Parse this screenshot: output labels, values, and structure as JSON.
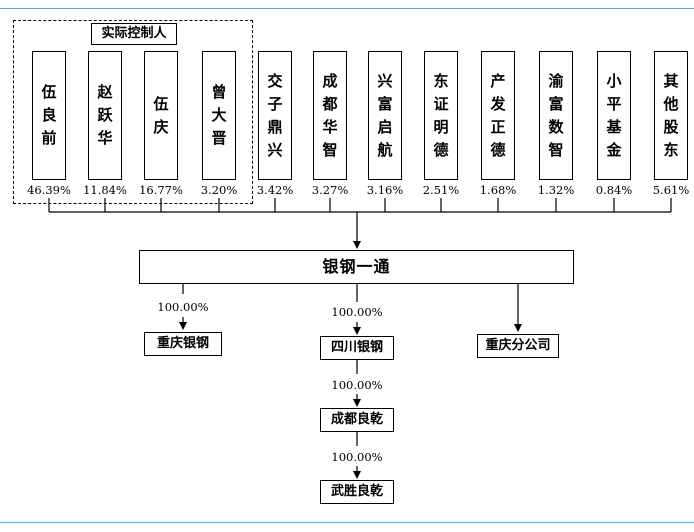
{
  "controller_label": "实际控制人",
  "shareholders": [
    {
      "name": "伍良前",
      "pct": "46.39%"
    },
    {
      "name": "赵跃华",
      "pct": "11.84%"
    },
    {
      "name": "伍庆",
      "pct": "16.77%"
    },
    {
      "name": "曾大晋",
      "pct": "3.20%"
    },
    {
      "name": "交子鼎兴",
      "pct": "3.42%"
    },
    {
      "name": "成都华智",
      "pct": "3.27%"
    },
    {
      "name": "兴富启航",
      "pct": "3.16%"
    },
    {
      "name": "东证明德",
      "pct": "2.51%"
    },
    {
      "name": "产发正德",
      "pct": "1.68%"
    },
    {
      "name": "渝富数智",
      "pct": "1.32%"
    },
    {
      "name": "小平基金",
      "pct": "0.84%"
    },
    {
      "name": "其他股东",
      "pct": "5.61%"
    }
  ],
  "company": "银钢一通",
  "subsidiaries": {
    "chongqing_yingang": {
      "name": "重庆银钢",
      "pct": "100.00%"
    },
    "sichuan_yingang": {
      "name": "四川银钢",
      "pct": "100.00%"
    },
    "chongqing_branch": {
      "name": "重庆分公司"
    },
    "chengdu_liangqian": {
      "name": "成都良乾",
      "pct": "100.00%"
    },
    "wusheng_liangqian": {
      "name": "武胜良乾",
      "pct": "100.00%"
    }
  }
}
